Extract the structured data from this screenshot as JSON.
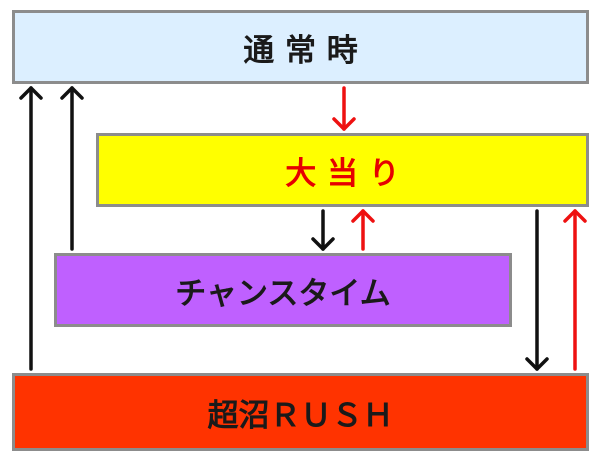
{
  "states": {
    "normal": {
      "label": "通 常 時",
      "fill": "#dcefff",
      "text_color": "#1a1a1a"
    },
    "jackpot": {
      "label": "大 当 り",
      "fill": "#ffff00",
      "text_color": "#e60000"
    },
    "chance_time": {
      "label": "チャンスタイム",
      "fill": "#bf60ff",
      "text_color": "#1a1a1a"
    },
    "rush": {
      "label": "超沼ＲＵＳＨ",
      "fill": "#ff3300",
      "text_color": "#1a1a1a"
    }
  },
  "colors": {
    "arrow_black": "#111111",
    "arrow_red": "#ee1111",
    "box_border": "#8c8c8c"
  },
  "transitions": [
    {
      "from": "normal",
      "to": "jackpot",
      "color": "red"
    },
    {
      "from": "jackpot",
      "to": "chance_time",
      "color": "black"
    },
    {
      "from": "chance_time",
      "to": "jackpot",
      "color": "red"
    },
    {
      "from": "jackpot",
      "to": "rush",
      "color": "black"
    },
    {
      "from": "rush",
      "to": "jackpot",
      "color": "red"
    },
    {
      "from": "rush",
      "to": "normal",
      "color": "black"
    },
    {
      "from": "chance_time",
      "to": "normal",
      "color": "black"
    }
  ]
}
